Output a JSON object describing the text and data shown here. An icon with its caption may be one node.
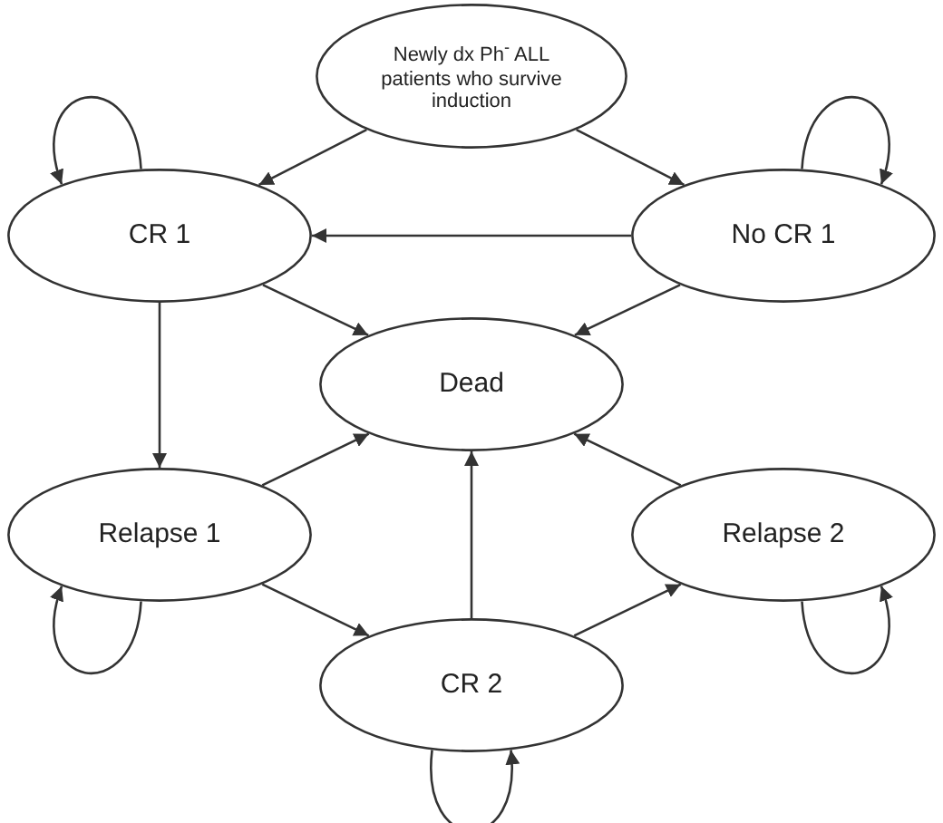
{
  "diagram": {
    "nodes": [
      {
        "text": [
          "Newly dx Ph$^{-}$ ALL patients who survive induction"
        ]
      },
      {
        "text": [
          "CR 1"
        ]
      },
      {
        "text": [
          "No CR 1"
        ]
      },
      {
        "text": [
          "Dead"
        ]
      },
      {
        "text": [
          "Relapse 1"
        ]
      },
      {
        "text": [
          "Relapse 2"
        ]
      },
      {
        "text": [
          "CR 2"
        ]
      }
    ],
    "edges": [
      {
        "from": 0,
        "to": 1,
        "arrow": "to"
      },
      {
        "from": 0,
        "to": 2,
        "arrow": "to"
      },
      {
        "from": 1,
        "to": 1,
        "arrow": "to"
      },
      {
        "from": 2,
        "to": 2,
        "arrow": "to"
      },
      {
        "from": 2,
        "to": 1,
        "arrow": "to"
      },
      {
        "from": 1,
        "to": 3,
        "arrow": "to"
      },
      {
        "from": 2,
        "to": 3,
        "arrow": "to"
      },
      {
        "from": 1,
        "to": 4,
        "arrow": "to"
      },
      {
        "from": 4,
        "to": 3,
        "arrow": "to"
      },
      {
        "from": 5,
        "to": 3,
        "arrow": "to"
      },
      {
        "from": 6,
        "to": 3,
        "arrow": "to"
      },
      {
        "from": 4,
        "to": 6,
        "arrow": "to"
      },
      {
        "from": 6,
        "to": 5,
        "arrow": "to"
      },
      {
        "from": 4,
        "to": 4,
        "arrow": "to"
      },
      {
        "from": 5,
        "to": 5,
        "arrow": "to"
      },
      {
        "from": 6,
        "to": 6,
        "arrow": "to"
      }
    ]
  }
}
